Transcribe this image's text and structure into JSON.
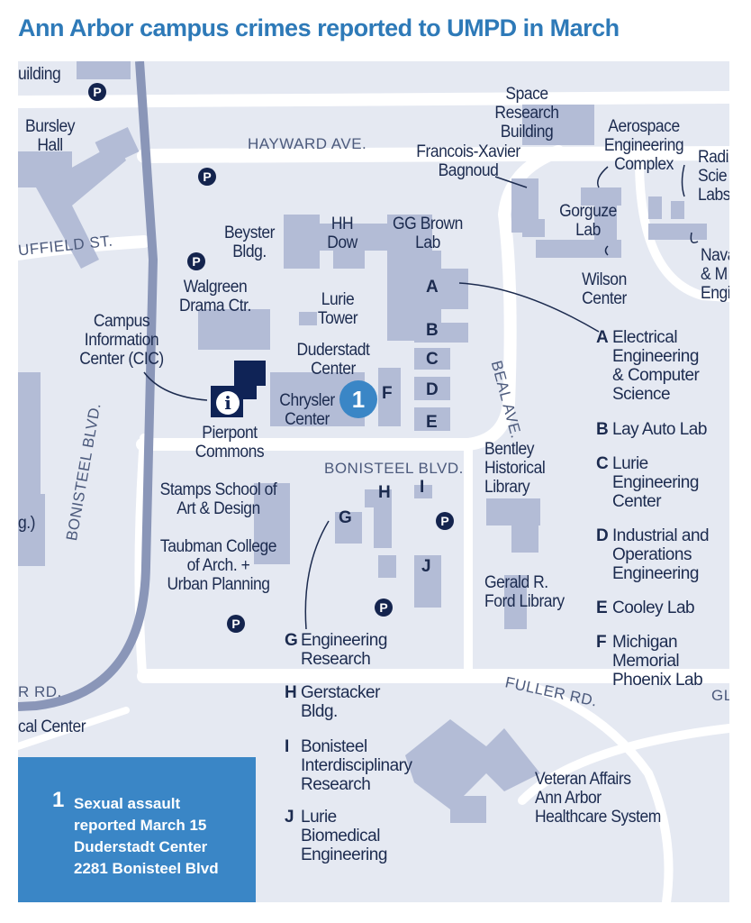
{
  "title": "Ann Arbor campus crimes reported to UMPD in March",
  "colors": {
    "title": "#2e7ab8",
    "map_background": "#e5e9f2",
    "road": "#ffffff",
    "building": "#b3bcd6",
    "highlight_building": "#0f2356",
    "major_road": "#8a96b8",
    "incident_marker": "#3a86c6",
    "text": "#1c2b4f"
  },
  "streets": {
    "hayward": "HAYWARD AVE.",
    "duffield": "UFFIELD ST.",
    "bonisteel_horizontal": "BONISTEEL BLVD.",
    "bonisteel_vertical": "BONISTEEL BLVD.",
    "beal": "BEAL AVE.",
    "fuller": "FULLER RD.",
    "fuller_left": "R RD.",
    "gl": "GL"
  },
  "places": {
    "building_top_left": "uilding",
    "bursley": "Bursley\nHall",
    "space_research": "Space Research\nBuilding",
    "aerospace": "Aerospace\nEngineering\nComplex",
    "radi": "Radi\nScie\nLabs",
    "fxb": "Francois-Xavier\nBagnoud",
    "gorguze": "Gorguze\nLab",
    "wilson": "Wilson\nCenter",
    "naval": "Nava\n& M\nEngi",
    "beyster": "Beyster\nBldg.",
    "hh_dow": "HH\nDow",
    "gg_brown": "GG Brown\nLab",
    "walgreen": "Walgreen\nDrama Ctr.",
    "lurie_tower": "Lurie\nTower",
    "cic": "Campus\nInformation\nCenter (CIC)",
    "duderstadt": "Duderstadt\nCenter",
    "chrysler": "Chrysler\nCenter",
    "pierpont": "Pierpont\nCommons",
    "bentley": "Bentley\nHistorical\nLibrary",
    "stamps": "Stamps School of\nArt & Design",
    "taubman": "Taubman College\nof Arch. +\nUrban Planning",
    "ford": "Gerald R.\nFord Library",
    "va": "Veteran Affairs\nAnn Arbor\nHealthcare System",
    "medical": "cal Center",
    "g_paren": "g.)"
  },
  "building_letters": [
    "A",
    "B",
    "C",
    "D",
    "E",
    "F",
    "G",
    "H",
    "I",
    "J"
  ],
  "parking_symbol": "P",
  "info_symbol": "i",
  "legend": [
    {
      "letter": "A",
      "name": "Electrical\nEngineering\n& Computer\nScience"
    },
    {
      "letter": "B",
      "name": "Lay Auto Lab"
    },
    {
      "letter": "C",
      "name": "Lurie\nEngineering\nCenter"
    },
    {
      "letter": "D",
      "name": "Industrial and\nOperations\nEngineering"
    },
    {
      "letter": "E",
      "name": "Cooley Lab"
    },
    {
      "letter": "F",
      "name": "Michigan\nMemorial\nPhoenix Lab"
    },
    {
      "letter": "G",
      "name": "Engineering\nResearch"
    },
    {
      "letter": "H",
      "name": "Gerstacker\nBldg."
    },
    {
      "letter": "I",
      "name": "Bonisteel\nInterdisciplinary\nResearch"
    },
    {
      "letter": "J",
      "name": "Lurie\nBiomedical\nEngineering"
    }
  ],
  "incident": {
    "number": "1",
    "text": "Sexual assault\nreported March 15\nDuderstadt Center\n2281 Bonisteel Blvd"
  }
}
